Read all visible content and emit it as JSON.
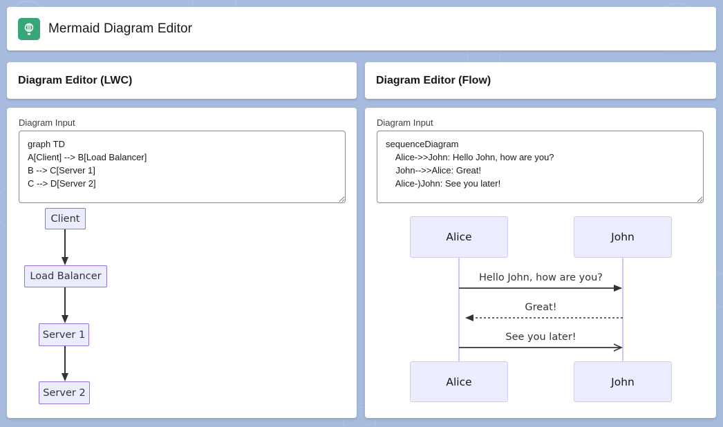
{
  "app": {
    "title": "Mermaid Diagram Editor",
    "icon": "balloon-icon",
    "accent_color": "#36a578"
  },
  "left_panel": {
    "title": "Diagram Editor (LWC)",
    "input_label": "Diagram Input",
    "input_value": "graph TD\nA[Client] --> B[Load Balancer]\nB --> C[Server 1]\nC --> D[Server 2]",
    "flowchart": {
      "type": "flowchart-top-down",
      "node_fill": "#ECECFF",
      "node_border": "#9370DB",
      "nodes": [
        {
          "id": "A",
          "label": "Client"
        },
        {
          "id": "B",
          "label": "Load Balancer"
        },
        {
          "id": "C",
          "label": "Server 1"
        },
        {
          "id": "D",
          "label": "Server 2"
        }
      ],
      "edges": [
        "A->B",
        "B->C",
        "C->D"
      ]
    }
  },
  "right_panel": {
    "title": "Diagram Editor (Flow)",
    "input_label": "Diagram Input",
    "input_value": "sequenceDiagram\n    Alice->>John: Hello John, how are you?\n    John-->>Alice: Great!\n    Alice-)John: See you later!",
    "sequence": {
      "type": "sequence-diagram",
      "actor_fill": "#ECECFF",
      "actors": [
        {
          "name": "Alice"
        },
        {
          "name": "John"
        }
      ],
      "messages": [
        {
          "from": "Alice",
          "to": "John",
          "text": "Hello John, how are you?",
          "line": "solid",
          "arrow": "filled"
        },
        {
          "from": "John",
          "to": "Alice",
          "text": "Great!",
          "line": "dashed",
          "arrow": "filled"
        },
        {
          "from": "Alice",
          "to": "John",
          "text": "See you later!",
          "line": "solid",
          "arrow": "open"
        }
      ]
    }
  }
}
